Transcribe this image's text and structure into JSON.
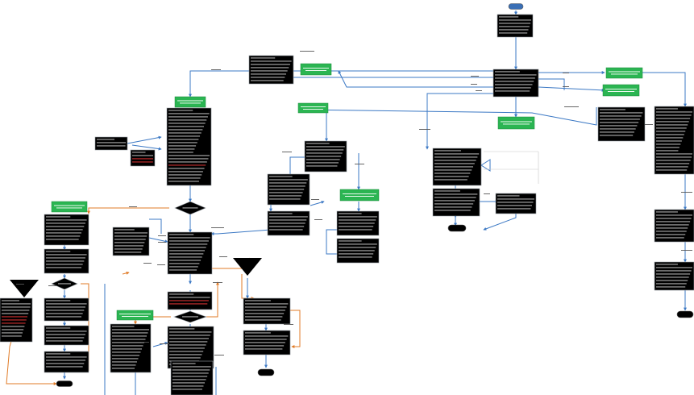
{
  "diagram": {
    "colors": {
      "process_box": "#000000",
      "box_border": "#9aa0a6",
      "green_box": "#2bb552",
      "blue_arrow": "#3b78c4",
      "orange_arrow": "#e07b27",
      "terminator_top": "#3a6fb5",
      "decision": "#000000"
    },
    "icons": [
      "flow-arrow-blue",
      "flow-arrow-orange",
      "decision-diamond",
      "terminator-oval",
      "merge-triangle"
    ],
    "note": ""
  }
}
